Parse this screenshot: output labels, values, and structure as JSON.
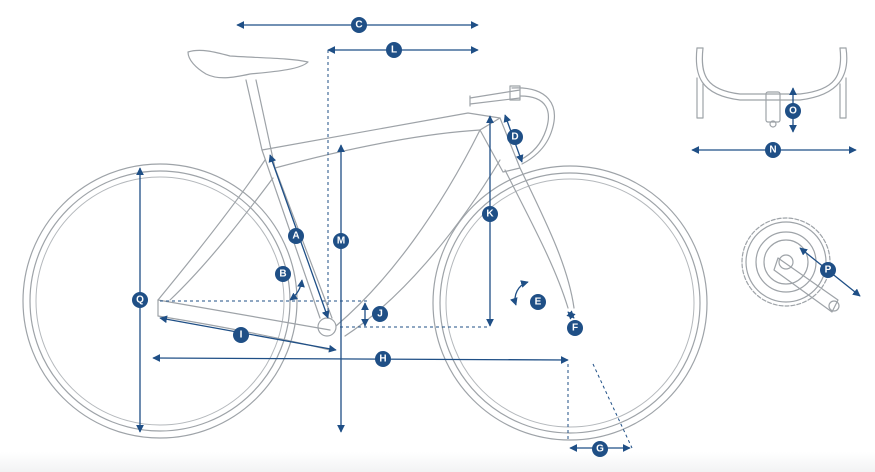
{
  "diagram": {
    "dimension_labels": [
      "A",
      "B",
      "C",
      "D",
      "E",
      "F",
      "G",
      "H",
      "I",
      "J",
      "K",
      "L",
      "M",
      "N",
      "O",
      "P",
      "Q"
    ],
    "colors": {
      "dimension": "#1f4f86",
      "line_art": "#9ea3a8",
      "badge_text": "#ffffff",
      "background": "#ffffff"
    }
  }
}
